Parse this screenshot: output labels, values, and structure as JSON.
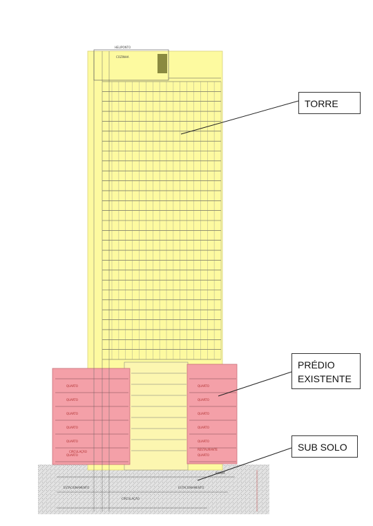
{
  "labels": {
    "torre": "TORRE",
    "predio_line1": "PRÉDIO",
    "predio_line2": "EXISTENTE",
    "subsolo": "SUB SOLO"
  },
  "drawing_text": {
    "heliponto": "HELIPONTO",
    "cozinha": "COZINHA",
    "room": "QUARTO",
    "circulacao": "CIRCULAÇÃO",
    "estacionamento": "ESTACIONAMENTO",
    "rampa": "RAMPA",
    "restaurante": "RESTAURANTE"
  },
  "colors": {
    "tower_fill": "#fdfaa0",
    "existing_fill": "#f4a0a8",
    "ground_fill": "#e6e6e6",
    "line": "#555555"
  },
  "tower_floor_count": 28,
  "existing_floor_count": 6
}
